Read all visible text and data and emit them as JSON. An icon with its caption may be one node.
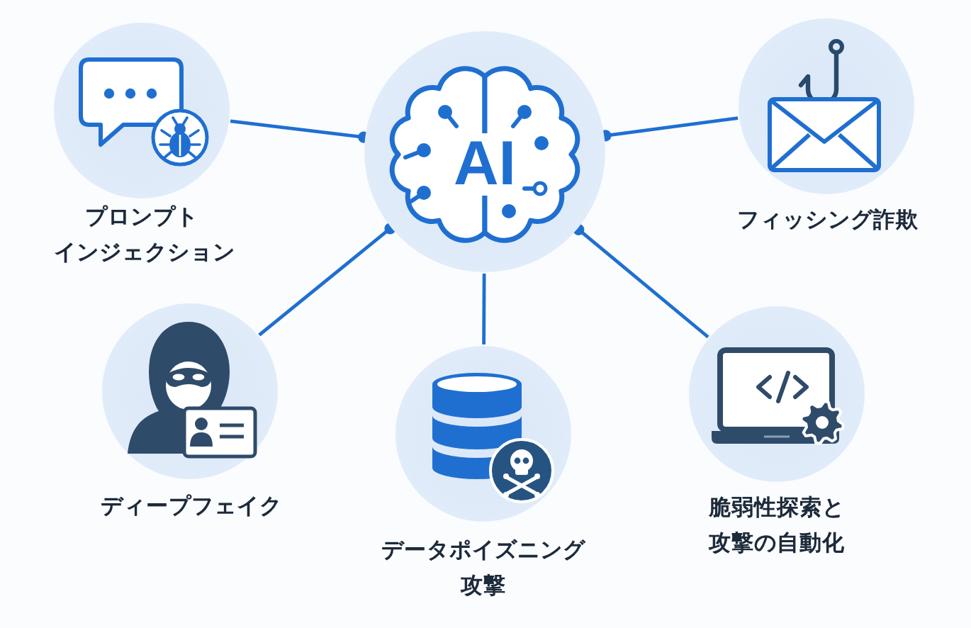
{
  "diagram": {
    "nodes": [
      {
        "text": [
          "AI"
        ]
      },
      {
        "text": [
          "プロンプトインジェクション"
        ]
      },
      {
        "text": [
          "フィッシング詐欺"
        ]
      },
      {
        "text": [
          "ディープフェイク"
        ]
      },
      {
        "text": [
          "データポイズニング攻撃"
        ]
      },
      {
        "text": [
          "脆弱性探索と攻撃の自動化"
        ]
      }
    ],
    "edges": [
      {
        "from": 0,
        "to": 1,
        "arrow": "other"
      },
      {
        "from": 0,
        "to": 2,
        "arrow": "other"
      },
      {
        "from": 0,
        "to": 3,
        "arrow": "other"
      },
      {
        "from": 0,
        "to": 4,
        "arrow": "none"
      },
      {
        "from": 0,
        "to": 5,
        "arrow": "other"
      }
    ]
  }
}
